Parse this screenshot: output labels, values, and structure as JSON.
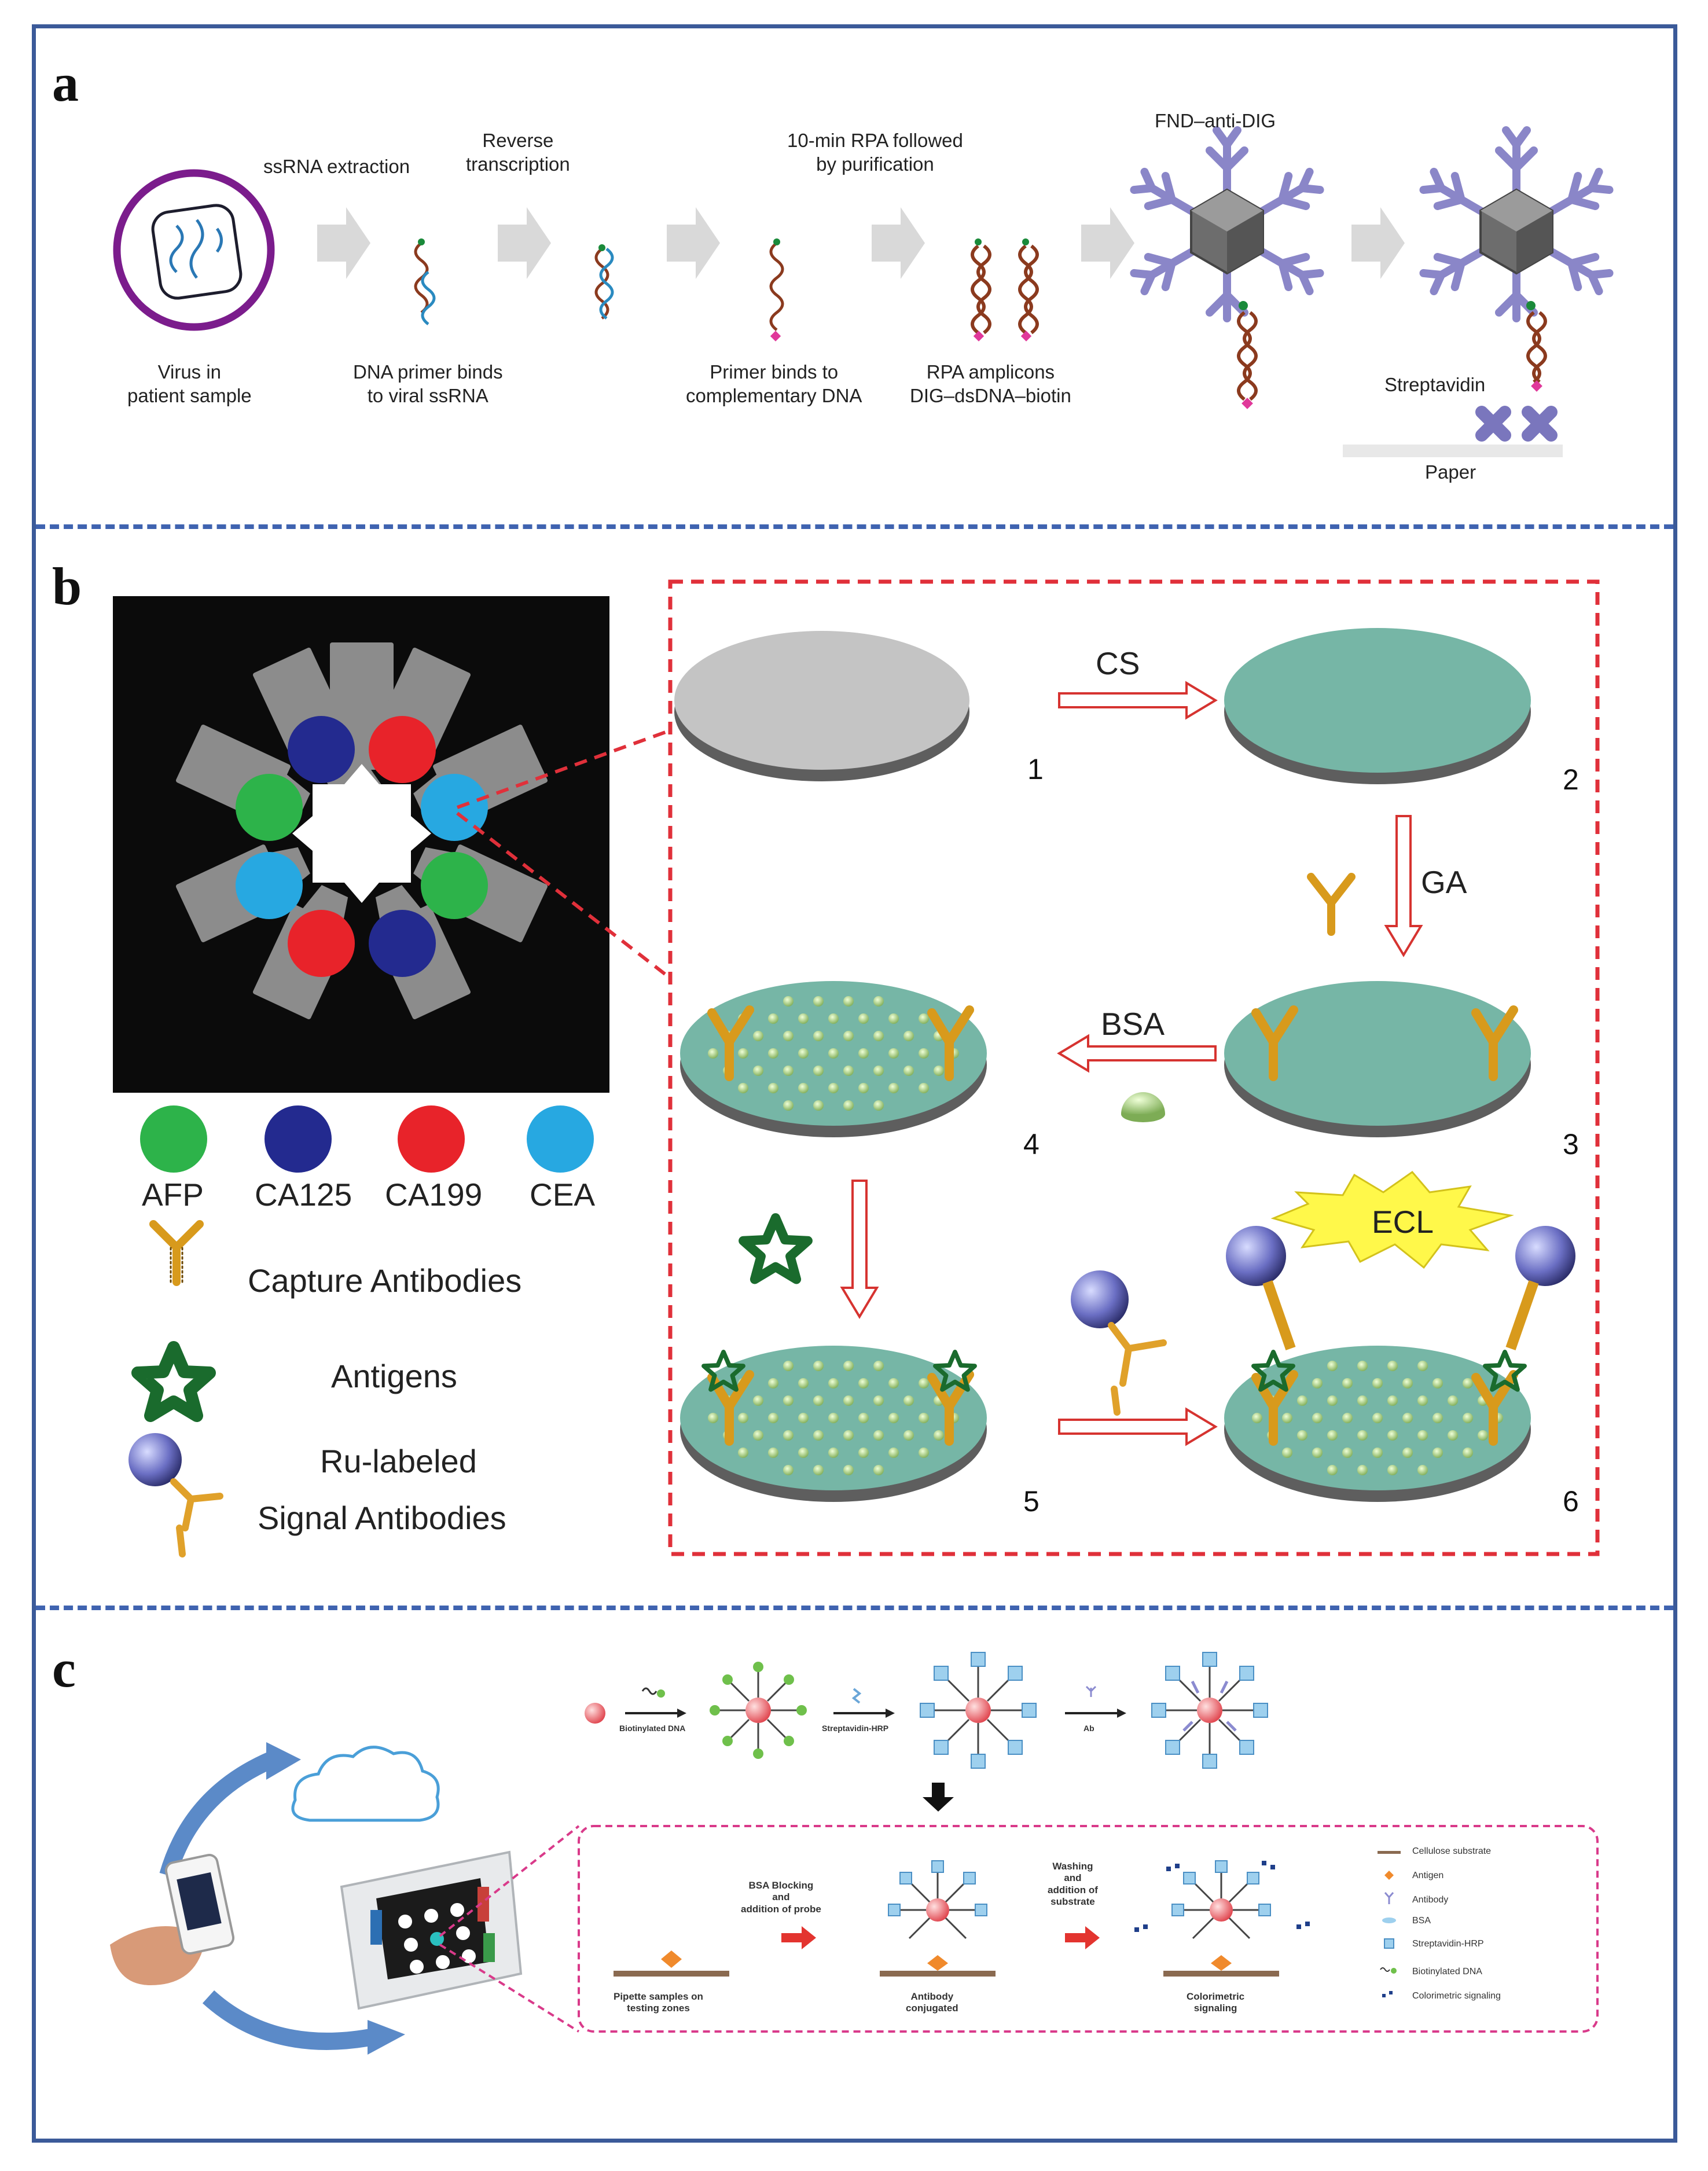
{
  "panels": {
    "a": {
      "letter": "a",
      "step_labels": {
        "ssrna_extraction": "ssRNA extraction",
        "reverse_transcription": "Reverse\ntranscription",
        "rpa": "10-min RPA followed\nby purification",
        "fnd": "FND–anti-DIG",
        "virus": "Virus in\npatient sample",
        "primer_binds_viral": "DNA primer binds\nto viral ssRNA",
        "primer_binds_complementary": "Primer binds to\ncomplementary DNA",
        "amplicons": "RPA amplicons\nDIG–dsDNA–biotin",
        "streptavidin": "Streptavidin",
        "paper": "Paper"
      }
    },
    "b": {
      "letter": "b",
      "legend": {
        "afp": "AFP",
        "ca125": "CA125",
        "ca199": "CA199",
        "cea": "CEA",
        "capture": "Capture Antibodies",
        "antigens": "Antigens",
        "ru_labeled": "Ru-labeled",
        "signal": "Signal Antibodies"
      },
      "colors": {
        "afp": "#2db34a",
        "ca125": "#232a8f",
        "ca199": "#e8232a",
        "cea": "#27a8e1"
      },
      "steps": {
        "cs": "CS",
        "ga": "GA",
        "bsa": "BSA",
        "ecl": "ECL"
      },
      "numbers": [
        "1",
        "2",
        "3",
        "4",
        "5",
        "6"
      ]
    },
    "c": {
      "letter": "c",
      "top": {
        "biotinylated_dna": "Biotinylated DNA",
        "streptavidin_hrp": "Streptavidin-HRP",
        "ab": "Ab"
      },
      "bottom": {
        "pipette": "Pipette samples on\ntesting zones",
        "bsa_blocking": "BSA Blocking\nand\naddition of probe",
        "antibody_conjugated": "Antibody\nconjugated",
        "washing": "Washing\nand\naddition of\nsubstrate",
        "colorimetric": "Colorimetric\nsignaling"
      },
      "legend": [
        "Cellulose substrate",
        "Antigen",
        "Antibody",
        "BSA",
        "Streptavidin-HRP",
        "Biotinylated DNA",
        "Colorimetric signaling"
      ]
    }
  }
}
